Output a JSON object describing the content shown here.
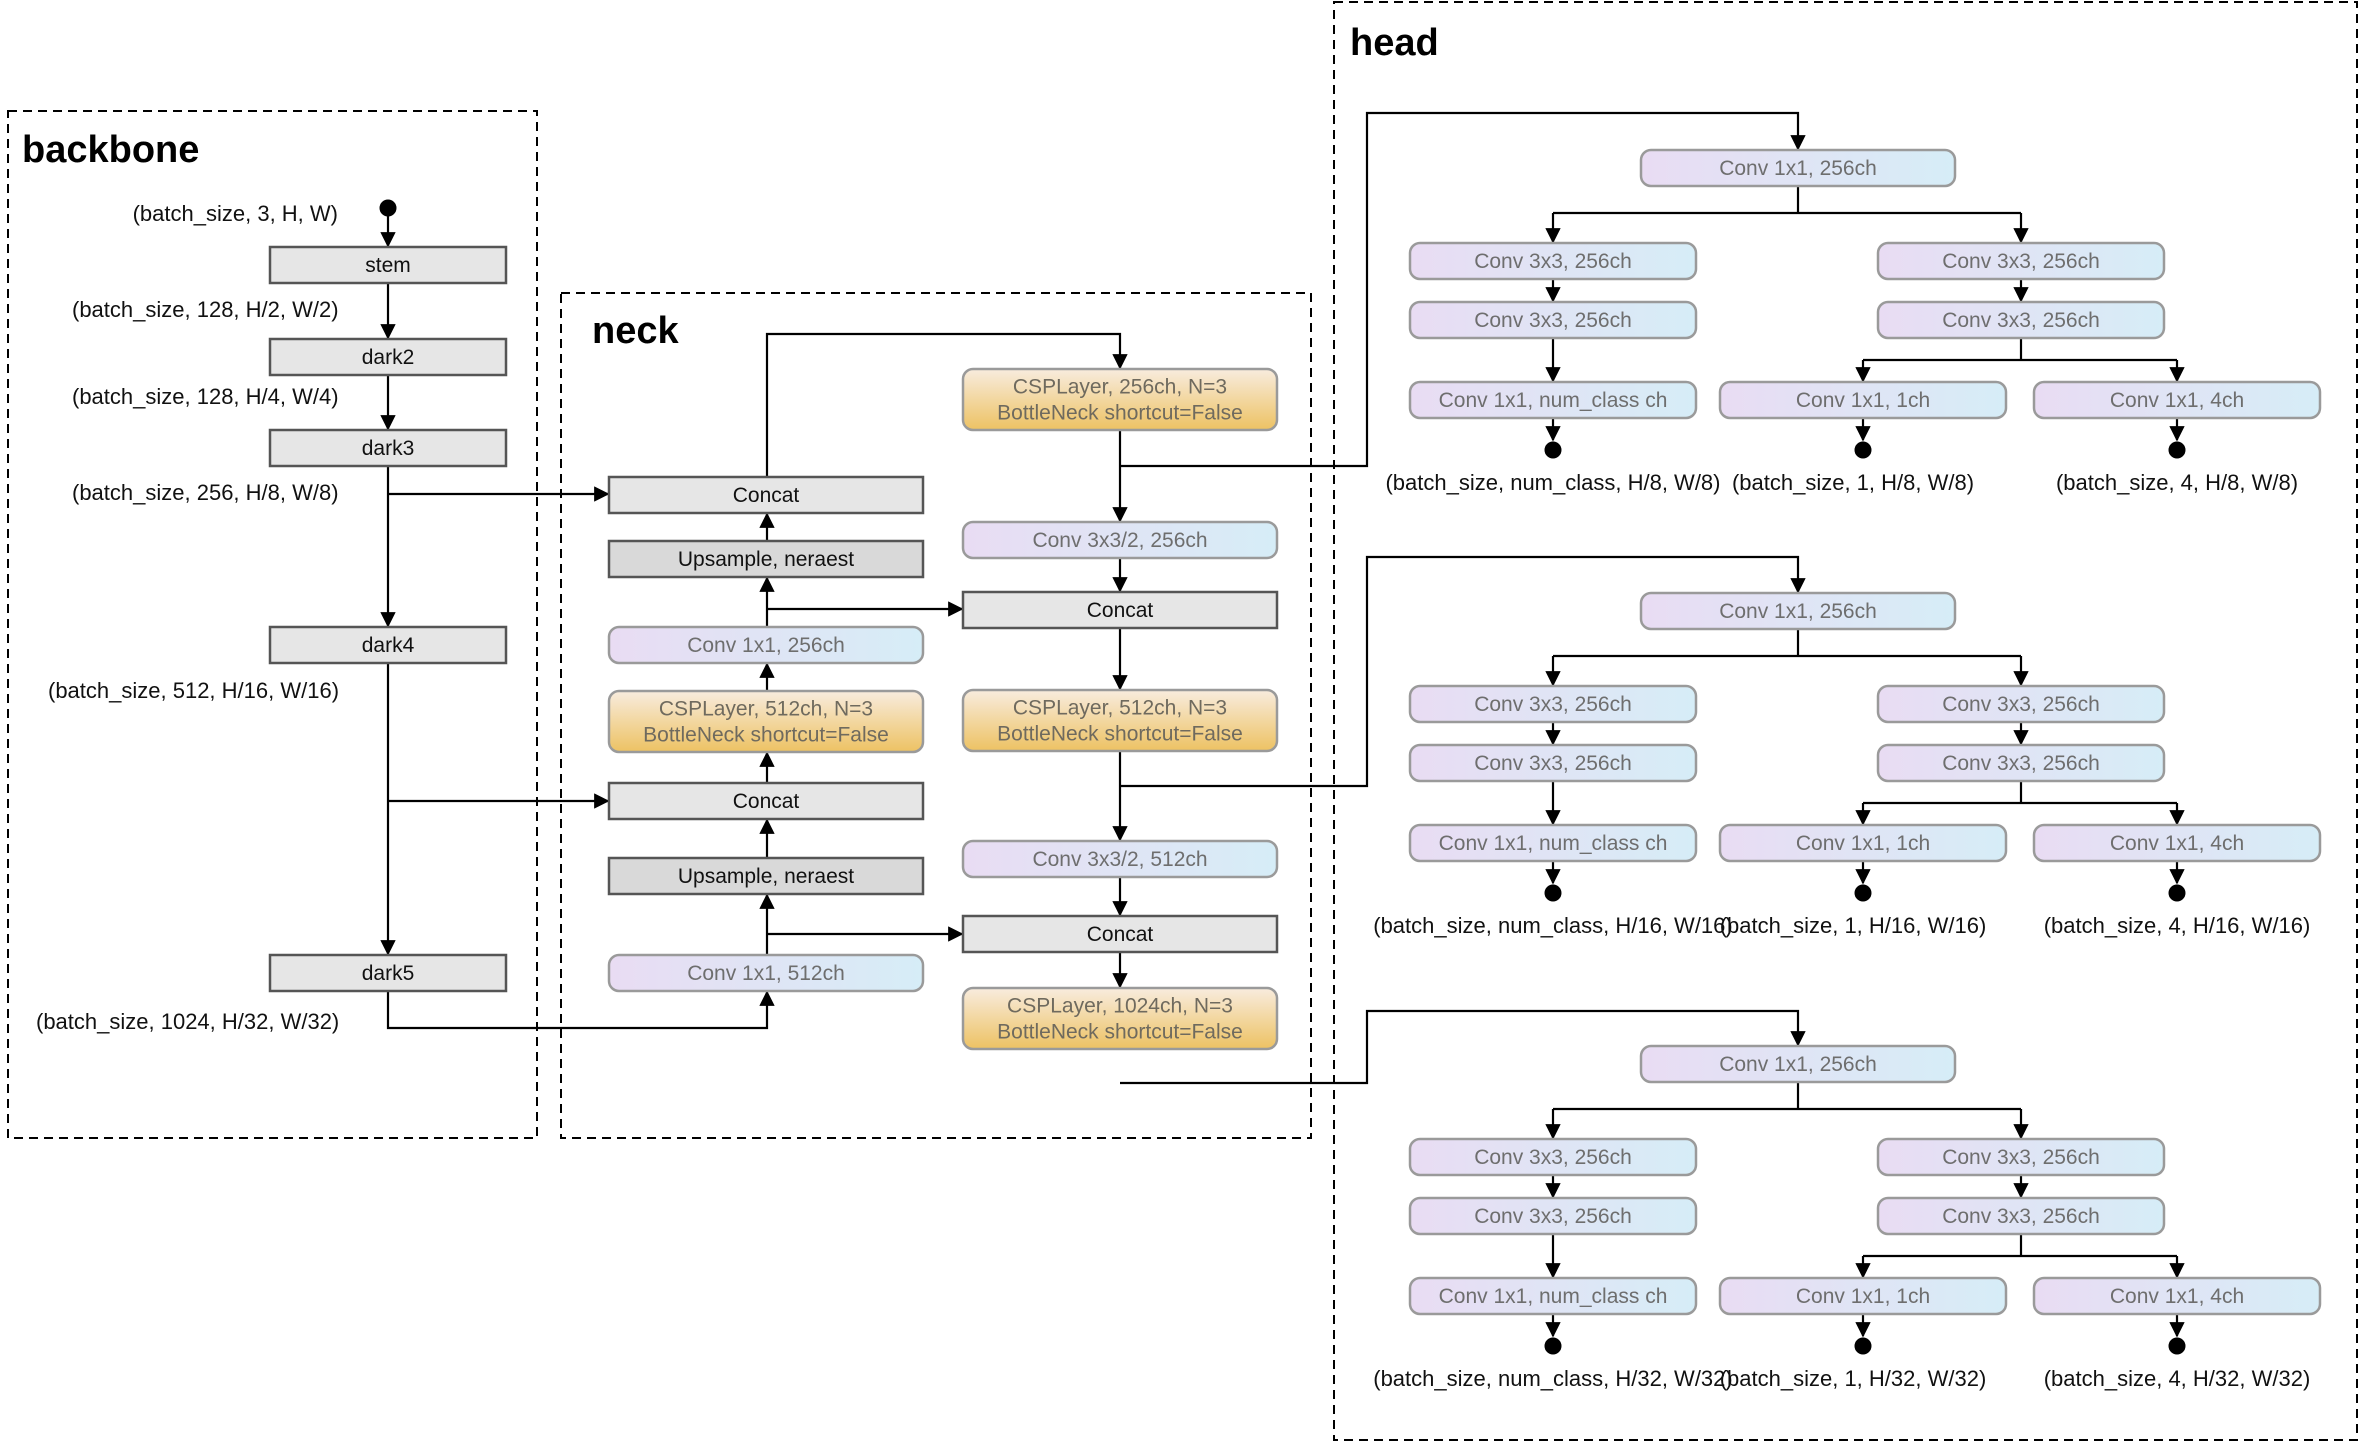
{
  "sections": {
    "backbone": "backbone",
    "neck": "neck",
    "head": "head"
  },
  "backbone": {
    "input_shape": "(batch_size, 3, H, W)",
    "stem": "stem",
    "stem_shape": "(batch_size, 128, H/2, W/2)",
    "dark2": "dark2",
    "dark2_shape": "(batch_size, 128, H/4, W/4)",
    "dark3": "dark3",
    "dark3_shape": "(batch_size, 256, H/8, W/8)",
    "dark4": "dark4",
    "dark4_shape": "(batch_size, 512, H/16, W/16)",
    "dark5": "dark5",
    "dark5_shape": "(batch_size, 1024, H/32, W/32)"
  },
  "neck": {
    "csp_256": [
      "CSPLayer, 256ch, N=3",
      "BottleNeck shortcut=False"
    ],
    "concat": "Concat",
    "upsample": "Upsample, neraest",
    "conv_1x1_256": "Conv 1x1, 256ch",
    "conv_3x3s2_256": "Conv 3x3/2, 256ch",
    "csp_512_left": [
      "CSPLayer, 512ch, N=3",
      "BottleNeck shortcut=False"
    ],
    "csp_512_right": [
      "CSPLayer, 512ch, N=3",
      "BottleNeck shortcut=False"
    ],
    "conv_3x3s2_512": "Conv 3x3/2, 512ch",
    "conv_1x1_512": "Conv 1x1, 512ch",
    "csp_1024": [
      "CSPLayer, 1024ch, N=3",
      "BottleNeck shortcut=False"
    ]
  },
  "head": {
    "stem_conv": "Conv 1x1, 256ch",
    "conv_3x3": "Conv 3x3, 256ch",
    "cls_conv": "Conv 1x1, num_class ch",
    "obj_conv": "Conv 1x1, 1ch",
    "reg_conv": "Conv 1x1, 4ch",
    "levels": [
      {
        "cls_out": "(batch_size, num_class, H/8, W/8)",
        "obj_out": "(batch_size, 1, H/8, W/8)",
        "reg_out": "(batch_size, 4, H/8, W/8)"
      },
      {
        "cls_out": "(batch_size, num_class, H/16, W/16)",
        "obj_out": "(batch_size, 1, H/16, W/16)",
        "reg_out": "(batch_size, 4, H/16, W/16)"
      },
      {
        "cls_out": "(batch_size, num_class, H/32, W/32)",
        "obj_out": "(batch_size, 1, H/32, W/32)",
        "reg_out": "(batch_size, 4, H/32, W/32)"
      }
    ]
  },
  "colors": {
    "gray_fill": "#e6e6e6",
    "dark_gray_fill": "#d8d8d8",
    "conv_gradient_left": "#e9dcf3",
    "conv_gradient_right": "#d6edf7",
    "csp_gradient_top": "#f7eadb",
    "csp_gradient_bottom": "#eec467",
    "conv_text": "#6e6e6e",
    "csp_text": "#6f6a5e",
    "stroke": "#9a9a9a"
  }
}
